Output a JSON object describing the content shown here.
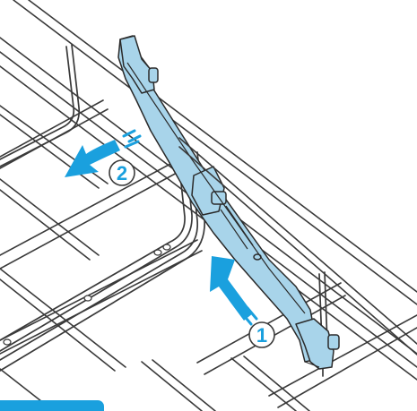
{
  "colors": {
    "accent": "#1aa0de",
    "rack_wire": "#3a3a3a",
    "rack_fill": "#ffffff",
    "bracket_fill": "#a8d4ea",
    "bracket_stroke": "#2a2a2a"
  },
  "steps": [
    {
      "label": "1",
      "action": "push-up"
    },
    {
      "label": "2",
      "action": "pull-out"
    }
  ]
}
